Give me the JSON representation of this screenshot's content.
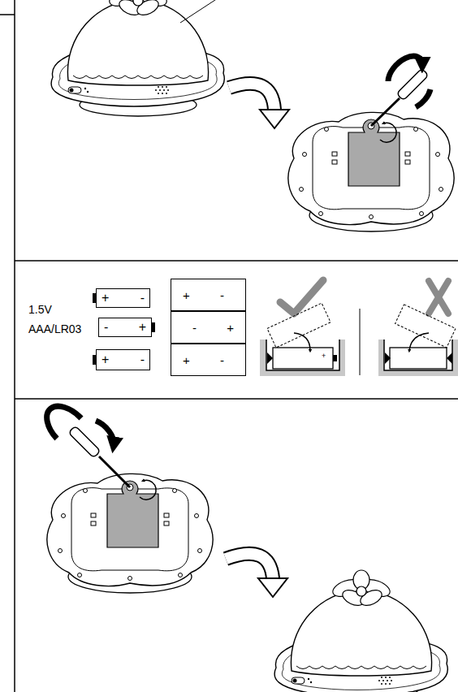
{
  "diagram": {
    "nodes": [
      {
        "text": [
          "+",
          "-"
        ]
      },
      {
        "text": [
          "-",
          "+"
        ]
      },
      {
        "text": [
          "+",
          "-"
        ]
      },
      {
        "text": [
          "+",
          "-"
        ]
      },
      {
        "text": [
          "-",
          "+"
        ]
      },
      {
        "text": [
          "+",
          "-"
        ]
      }
    ],
    "labels": [
      "1.5V",
      "AAA/LR03",
      "+"
    ]
  }
}
